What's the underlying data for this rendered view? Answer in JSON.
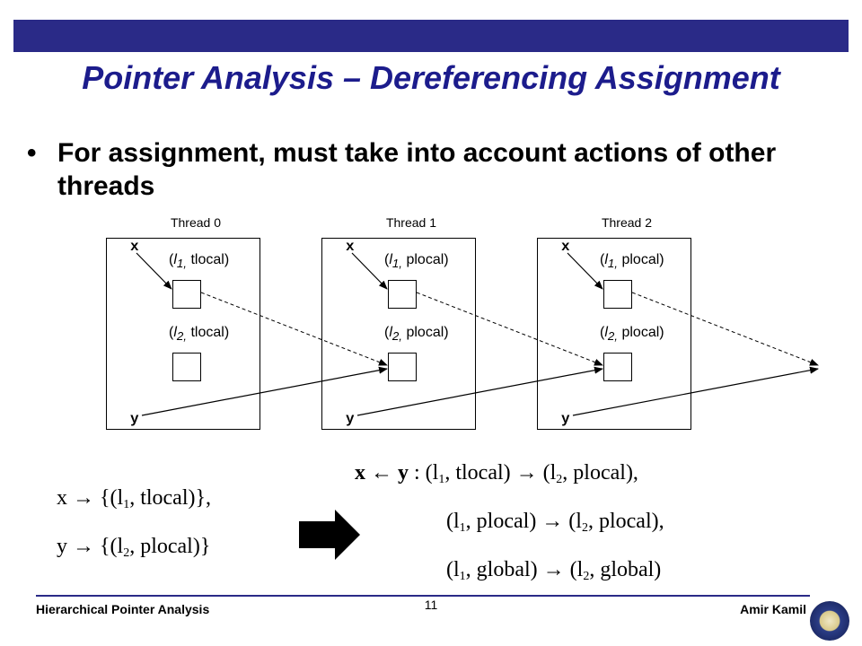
{
  "title": "Pointer Analysis – Dereferencing Assignment",
  "bullet": {
    "mark": "•",
    "text": "For assignment, must take into account actions of other threads"
  },
  "threads": [
    {
      "label": "Thread 0",
      "x_var": "x",
      "y_var": "y",
      "loc1": {
        "name": "l",
        "sub": "1,",
        "kind": " tlocal)"
      },
      "loc2": {
        "name": "l",
        "sub": "2,",
        "kind": " tlocal)"
      }
    },
    {
      "label": "Thread 1",
      "x_var": "x",
      "y_var": "y",
      "loc1": {
        "name": "l",
        "sub": "1,",
        "kind": " plocal)"
      },
      "loc2": {
        "name": "l",
        "sub": "2,",
        "kind": " plocal)"
      }
    },
    {
      "label": "Thread 2",
      "x_var": "x",
      "y_var": "y",
      "loc1": {
        "name": "l",
        "sub": "1,",
        "kind": " plocal)"
      },
      "loc2": {
        "name": "l",
        "sub": "2,",
        "kind": " plocal)"
      }
    }
  ],
  "left_math": {
    "line1": {
      "pre": "x → {(l",
      "sub": "1",
      "post": ", tlocal)},"
    },
    "line2": {
      "pre": "y → {(l",
      "sub": "2",
      "post": ", plocal)}"
    }
  },
  "right_math": {
    "head_bold": "x ← y",
    "line1": {
      "pre": " : (l",
      "sub1": "1",
      "mid": ", tlocal) → (l",
      "sub2": "2",
      "post": ", plocal),"
    },
    "line2": {
      "pre": "(l",
      "sub1": "1",
      "mid": ", plocal) → (l",
      "sub2": "2",
      "post": ", plocal),"
    },
    "line3": {
      "pre": "(l",
      "sub1": "1",
      "mid": ", global) → (l",
      "sub2": "2",
      "post": ", global)"
    }
  },
  "footer": {
    "left": "Hierarchical Pointer Analysis",
    "page": "11",
    "right": "Amir Kamil"
  },
  "colors": {
    "accent": "#2a2a87",
    "title": "#1c1c8c"
  }
}
